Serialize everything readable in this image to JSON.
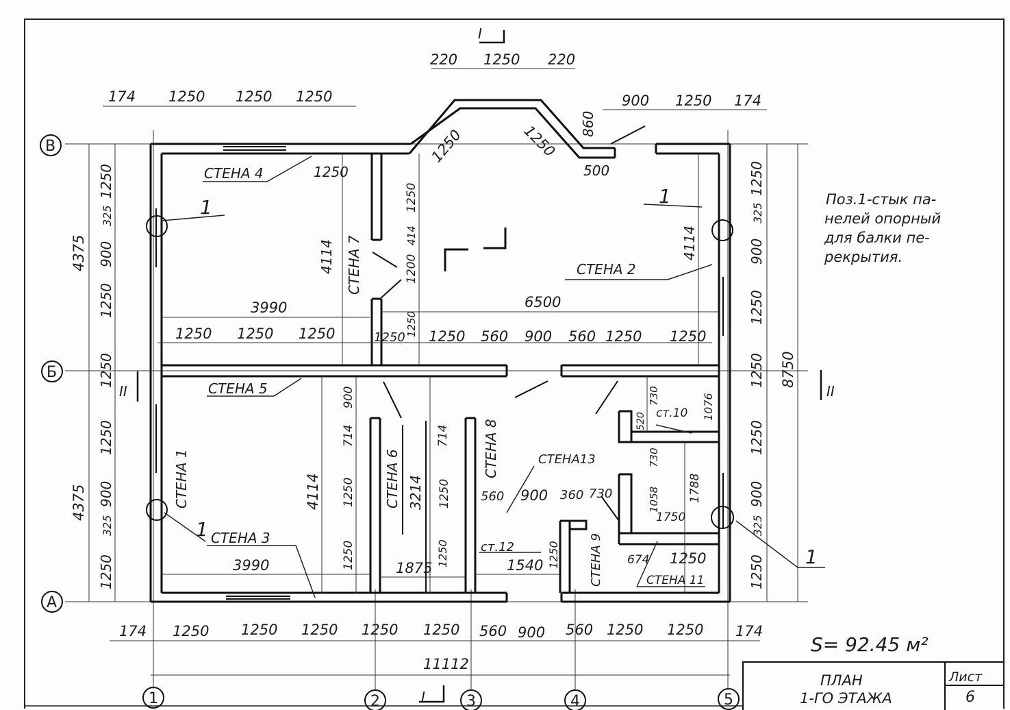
{
  "drawing": {
    "title_line1": "ПЛАН",
    "title_line2": "1-ГО ЭТАЖА",
    "sheet_label": "Лист",
    "sheet_number": "6",
    "area": "S= 92.45 м²",
    "note": [
      "Поз.1-стык па-",
      "нелей опорный",
      "для балки пе-",
      "рекрытия."
    ]
  },
  "axes": {
    "rows": [
      "В",
      "Б",
      "А"
    ],
    "columns": [
      "1",
      "2",
      "3",
      "4",
      "5"
    ]
  },
  "walls": {
    "w1": "СТЕНА 1",
    "w2": "СТЕНА 2",
    "w3": "СТЕНА 3",
    "w4": "СТЕНА 4",
    "w5": "СТЕНА 5",
    "w6": "СТЕНА 6",
    "w7": "СТЕНА 7",
    "w8": "СТЕНА 8",
    "w9": "СТЕНА 9",
    "w10": "ст.10",
    "w11": "СТЕНА 11",
    "w12": "ст.12",
    "w13": "СТЕНА13"
  },
  "sections": {
    "s1": "I",
    "s2": "II"
  },
  "pos": "1",
  "dims": {
    "top_bay": [
      "220",
      "1250",
      "220"
    ],
    "top_left": [
      "174",
      "1250",
      "1250",
      "1250"
    ],
    "top_right": [
      "900",
      "1250",
      "174"
    ],
    "bay_diag": [
      "1250",
      "1250"
    ],
    "bay_v": "860",
    "bay_500": "500",
    "d1250": "1250",
    "mid_row": [
      "1250",
      "1250",
      "1250",
      "1250",
      "1250",
      "1250",
      "560",
      "900",
      "560",
      "1250",
      "1250"
    ],
    "bottom_row": [
      "174",
      "1250",
      "1250",
      "1250",
      "1250",
      "1250",
      "560",
      "900",
      "560",
      "1250",
      "1250",
      "174"
    ],
    "total": "11112",
    "d3990": "3990",
    "d6500": "6500",
    "d4114": "4114",
    "d4375": "4375",
    "d8750": "8750",
    "d3214": "3214",
    "d1875": "1875",
    "d1540": "1540",
    "d900": "900",
    "d325": "325",
    "d714": "714",
    "d1200": "1200",
    "d414": "414",
    "d560": "560",
    "d360": "360",
    "d730": "730",
    "d520": "520",
    "d1076": "1076",
    "d1058": "1058",
    "d1788": "1788",
    "d1750": "1750",
    "d674": "674"
  }
}
